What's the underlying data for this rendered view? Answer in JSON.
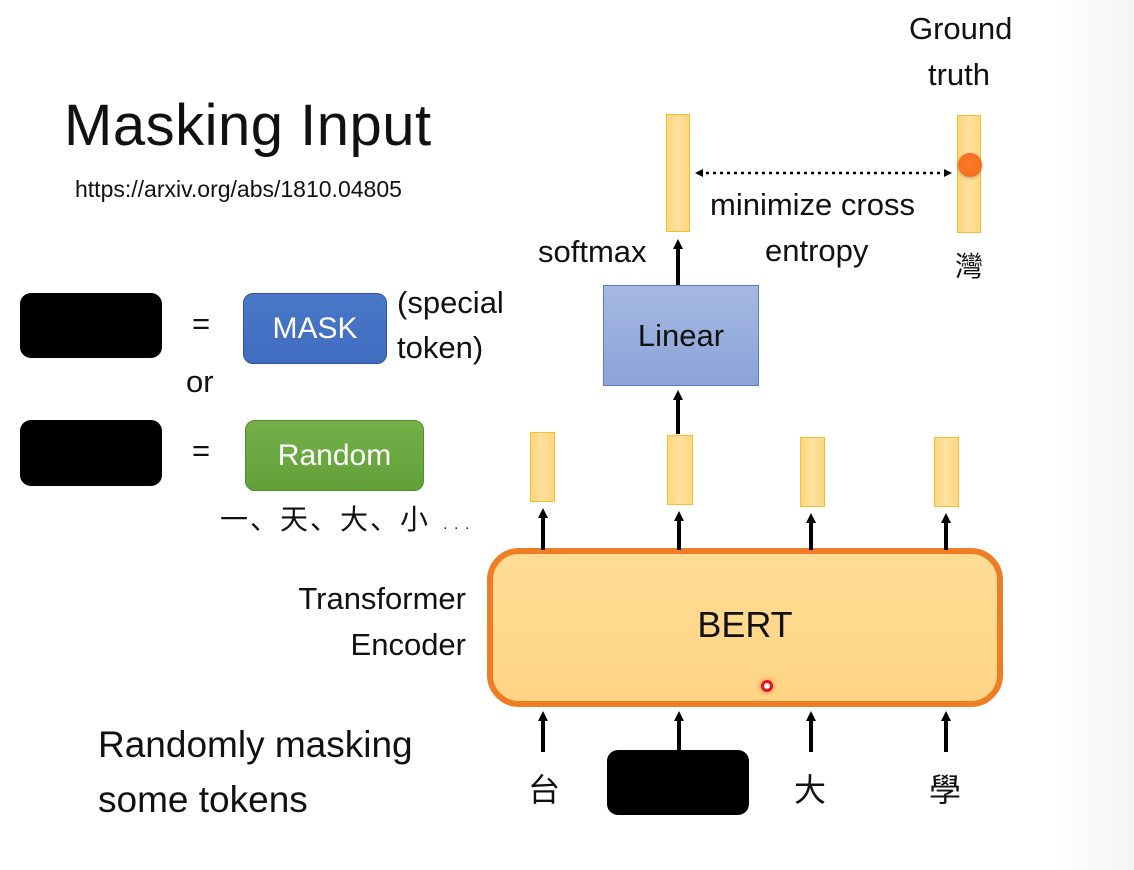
{
  "slide": {
    "title": "Masking Input",
    "url": "https://arxiv.org/abs/1810.04805"
  },
  "legend": {
    "equals": "=",
    "or": "or",
    "mask_label": "MASK",
    "mask_note_line1": "(special",
    "mask_note_line2": "token)",
    "random_label": "Random",
    "random_examples": "一、天、大、小 ..."
  },
  "diagram": {
    "ground_truth_line1": "Ground",
    "ground_truth_line2": "truth",
    "ground_truth_char": "灣",
    "loss_line1": "minimize cross",
    "loss_line2": "entropy",
    "softmax_label": "softmax",
    "linear_label": "Linear",
    "bert_label": "BERT",
    "encoder_line1": "Transformer",
    "encoder_line2": "Encoder",
    "input_tokens": [
      "台",
      "",
      "大",
      "學"
    ],
    "caption_line1": "Randomly masking",
    "caption_line2": "some tokens"
  },
  "colors": {
    "mask": "#4472c4",
    "random": "#70ad47",
    "linear": "#8faadc",
    "bert_fill": "#ffd98a",
    "bert_border": "#ed7d31",
    "vector": "#ffd680",
    "ground_truth_dot": "#f07020"
  }
}
